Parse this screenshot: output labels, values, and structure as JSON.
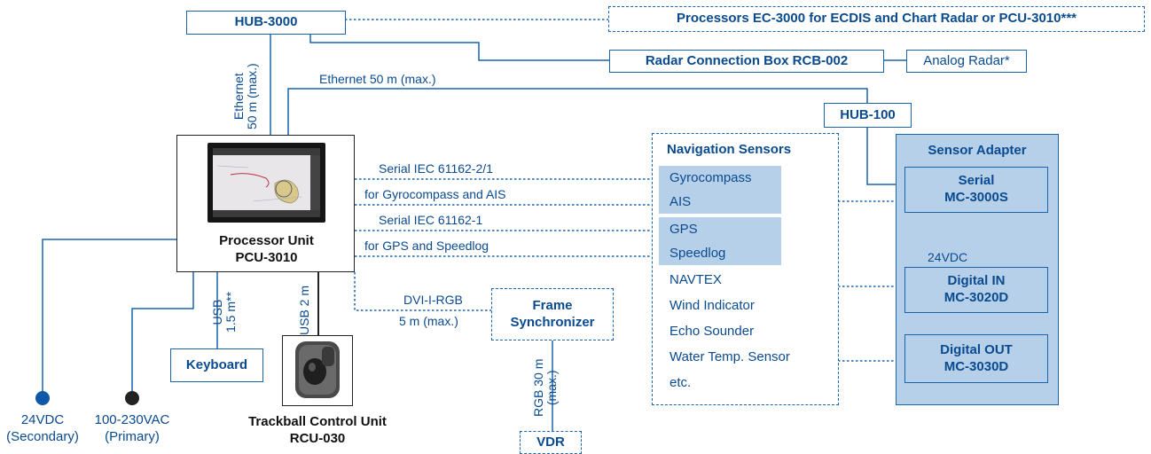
{
  "hub3000": "HUB-3000",
  "processors_ec3000": "Processors EC-3000 for ECDIS and Chart Radar or PCU-3010***",
  "radar_connection_box": "Radar Connection Box RCB-002",
  "analog_radar": "Analog Radar*",
  "ethernet_vertical": "Ethernet\n50 m (max.)",
  "ethernet_horizontal": "Ethernet  50 m (max.)",
  "hub100": "HUB-100",
  "processor_unit": {
    "line1": "Processor Unit",
    "line2": "PCU-3010"
  },
  "serial_links": [
    "Serial IEC 61162-2/1",
    "for Gyrocompass and AIS",
    "Serial IEC 61162-1",
    "for GPS and Speedlog"
  ],
  "navigation_sensors": {
    "title": "Navigation Sensors",
    "items": [
      "Gyrocompass",
      "AIS",
      "GPS",
      "Speedlog",
      "NAVTEX",
      "Wind Indicator",
      "Echo Sounder",
      "Water Temp. Sensor",
      "etc."
    ]
  },
  "sensor_adapter": {
    "title": "Sensor Adapter",
    "serial": {
      "line1": "Serial",
      "line2": "MC-3000S"
    },
    "supply": "24VDC",
    "digital_in": {
      "line1": "Digital IN",
      "line2": "MC-3020D"
    },
    "digital_out": {
      "line1": "Digital OUT",
      "line2": "MC-3030D"
    }
  },
  "usb_keyboard": "USB\n1.5 m**",
  "keyboard": "Keyboard",
  "usb_trackball": "USB 2 m",
  "trackball": {
    "line1": "Trackball Control Unit",
    "line2": "RCU-030"
  },
  "dvi": {
    "line1": "DVI-I-RGB",
    "line2": "5 m (max.)"
  },
  "frame_sync": {
    "line1": "Frame",
    "line2": "Synchronizer"
  },
  "rgb": "RGB 30 m\n(max.)",
  "vdr": "VDR",
  "power_secondary": {
    "line1": "24VDC",
    "line2": "(Secondary)"
  },
  "power_primary": {
    "line1": "100-230VAC",
    "line2": "(Primary)"
  },
  "colors": {
    "line": "#1a63ad",
    "text": "#0a4a8f",
    "panel": "#b7d0ea",
    "dot_blue": "#0f57a8",
    "dot_black": "#222222"
  }
}
